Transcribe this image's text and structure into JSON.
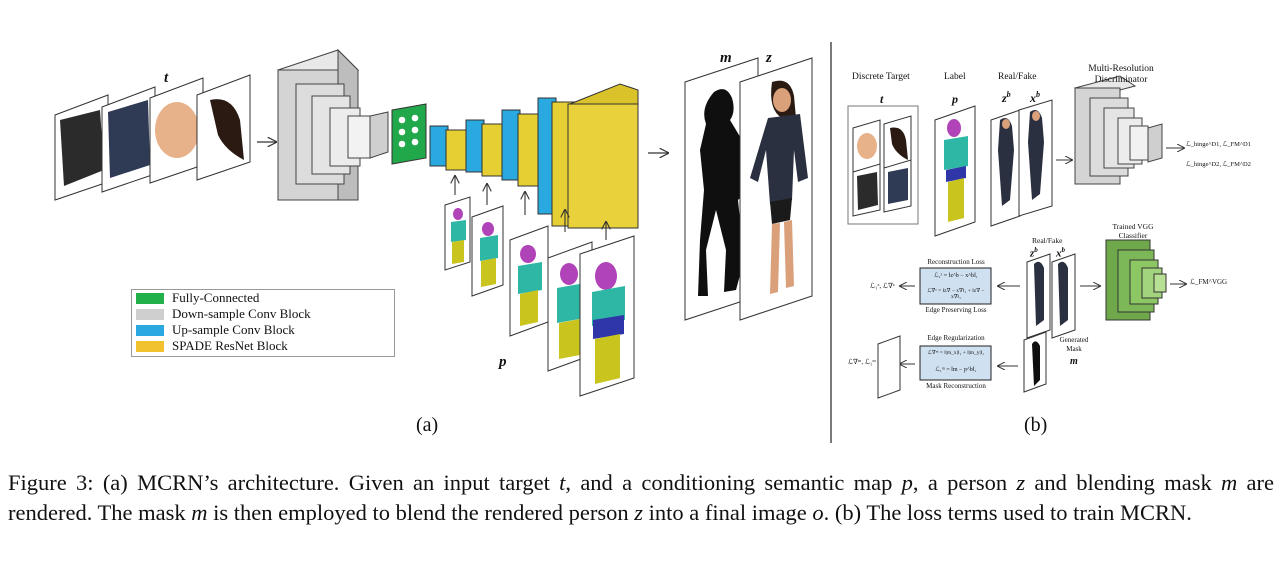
{
  "figure": {
    "panel_a": {
      "label": "(a)",
      "input_label": "t",
      "cond_label": "p",
      "output_labels": [
        "m",
        "z"
      ],
      "legend": [
        {
          "label": "Fully-Connected",
          "color": "#22b04b"
        },
        {
          "label": "Down-sample Conv Block",
          "color": "#cfcfcf"
        },
        {
          "label": "Up-sample Conv Block",
          "color": "#2aa8e0"
        },
        {
          "label": "SPADE ResNet Block",
          "color": "#f2c12e"
        }
      ]
    },
    "panel_b": {
      "label": "(b)",
      "headers": {
        "discrete_target": "Discrete Target",
        "label": "Label",
        "real_fake": "Real/Fake",
        "mrd": "Multi-Resolution Discriminator"
      },
      "symbols": {
        "t": "t",
        "p": "p",
        "zb": "z",
        "zb_sup": "b",
        "xb": "x",
        "xb_sup": "b"
      },
      "disc_loss_1": "ℒ_hinge^D1, ℒ_FM^D1",
      "disc_loss_2": "ℒ_hinge^D2, ℒ_FM^D2",
      "trained_vgg": "Trained VGG Classifier",
      "vgg_loss": "ℒ_FM^VGG",
      "real_fake_2": "Real/Fake",
      "recon_title": "Reconstruction Loss",
      "recon_eq_1": "ℒ₁ᶻ = ‖z^b − x^b‖₁",
      "recon_eq_2": "ℒ∇ᶻ = ‖z∇ − x∇‖₁ + ‖z∇ − x∇‖₁",
      "recon_sub": "Edge Preserving Loss",
      "recon_out": "ℒ₁ᶻ, ℒ∇ᶻ",
      "edge_title": "Edge Regularization",
      "edge_eq_1": "ℒ∇ᵐ = ‖|m_x|‖₁ + ‖|m_y|‖₁",
      "edge_eq_2": "ℒ₁ᵐ = ‖m − p^b‖₁",
      "edge_sub": "Mask Reconstruction",
      "edge_out": "ℒ∇ᵐ, ℒ₁ᵐ",
      "gen_mask": "Generated Mask",
      "gen_mask_sym": "m"
    }
  },
  "caption": {
    "prefix": "Figure 3: (a) MCRN’s architecture. Given an input target ",
    "t": "t",
    "mid1": ", and a conditioning semantic map ",
    "p": "p",
    "mid2": ", a person ",
    "z": "z",
    "mid3": " and blending mask ",
    "m": "m",
    "mid4": " are rendered. The mask ",
    "m2": "m",
    "mid5": " is then employed to blend the rendered person ",
    "z2": "z",
    "mid6": " into a final image ",
    "o": "o",
    "suffix": ". (b) The loss terms used to train MCRN."
  }
}
